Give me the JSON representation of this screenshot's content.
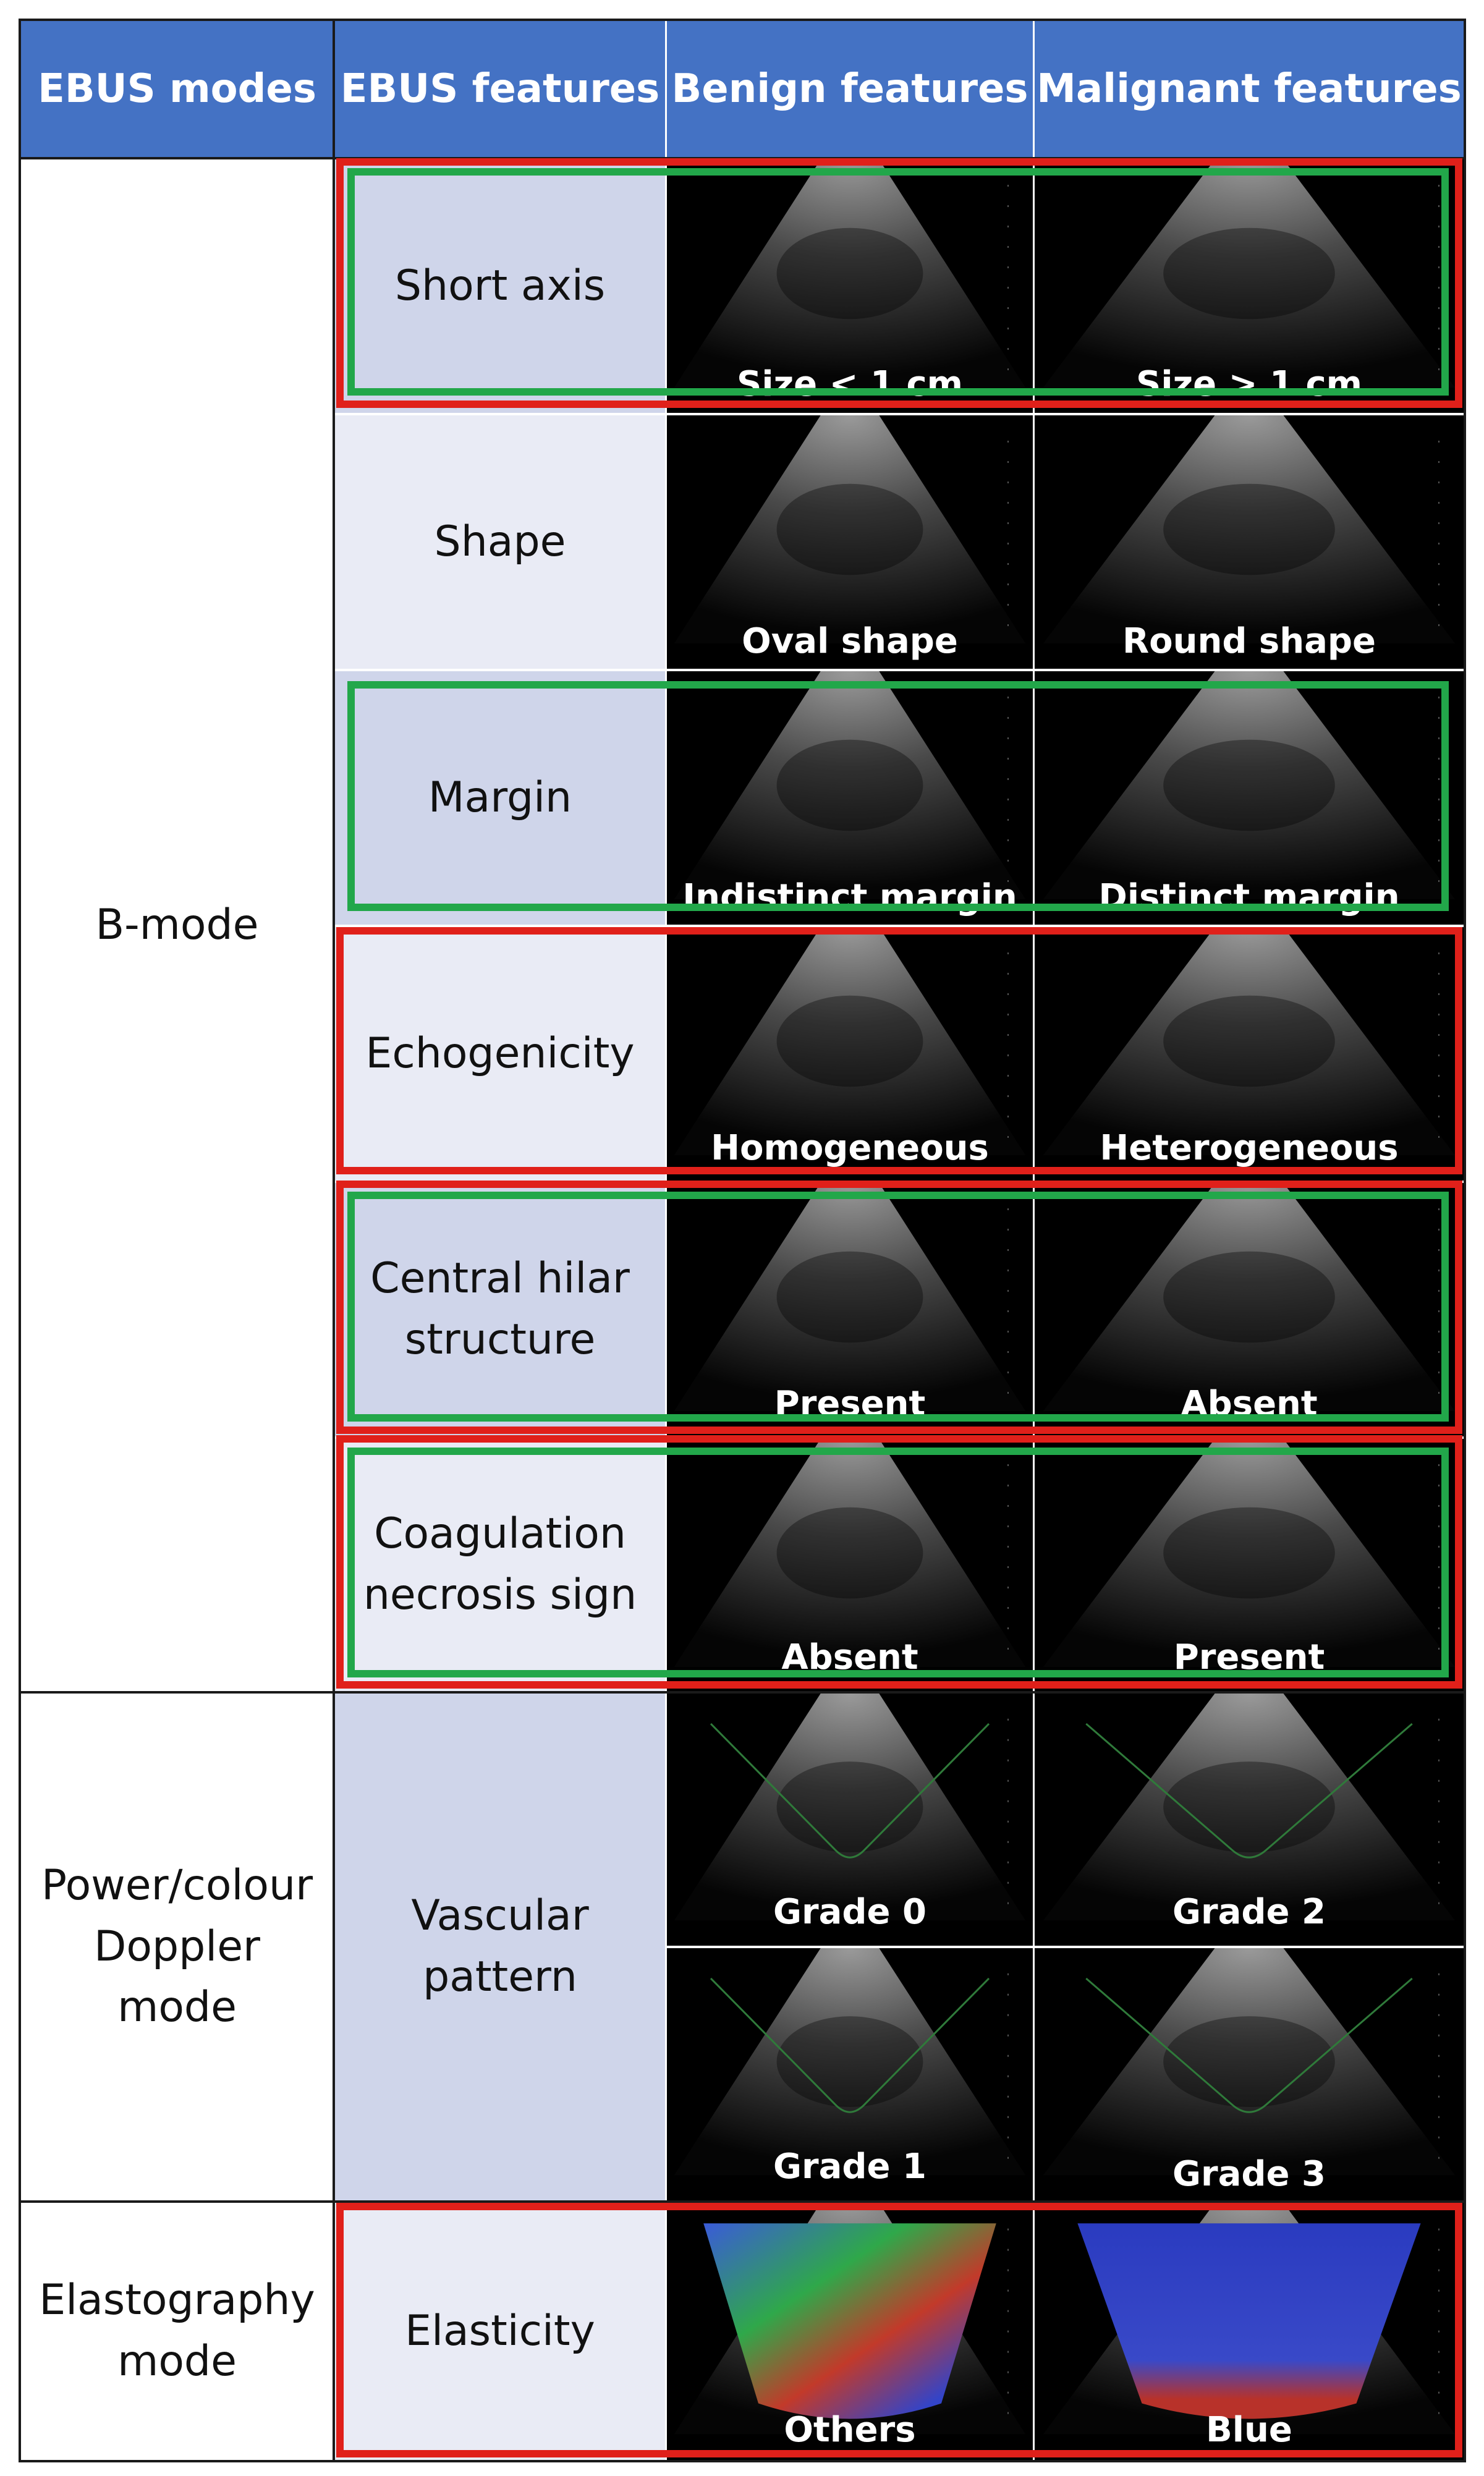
{
  "headers": {
    "modes": "EBUS modes",
    "features": "EBUS features",
    "benign": "Benign features",
    "malignant": "Malignant features"
  },
  "modes": {
    "b_mode": "B-mode",
    "doppler": "Power/colour Doppler mode",
    "elastography": "Elastography mode"
  },
  "rows": [
    {
      "feature": "Short axis",
      "benign": "Size < 1 cm",
      "malignant": "Size > 1 cm"
    },
    {
      "feature": "Shape",
      "benign": "Oval shape",
      "malignant": "Round shape"
    },
    {
      "feature": "Margin",
      "benign": "Indistinct margin",
      "malignant": "Distinct margin"
    },
    {
      "feature": "Echogenicity",
      "benign": "Homogeneous",
      "malignant": "Heterogeneous"
    },
    {
      "feature": "Central hilar structure",
      "benign": "Present",
      "malignant": "Absent"
    },
    {
      "feature": "Coagulation necrosis sign",
      "benign": "Absent",
      "malignant": "Present"
    }
  ],
  "vascular": {
    "feature": "Vascular pattern",
    "benign": [
      "Grade 0",
      "Grade 1"
    ],
    "malignant": [
      "Grade 2",
      "Grade 3"
    ]
  },
  "elasticity": {
    "feature": "Elasticity",
    "benign": "Others",
    "malignant": "Blue"
  },
  "colors": {
    "header_blue": "#4472C4",
    "highlight_red": "#E0201A",
    "highlight_green": "#22A74A",
    "feature_dark": "#CFD5EA",
    "feature_light": "#E9EBF5"
  }
}
